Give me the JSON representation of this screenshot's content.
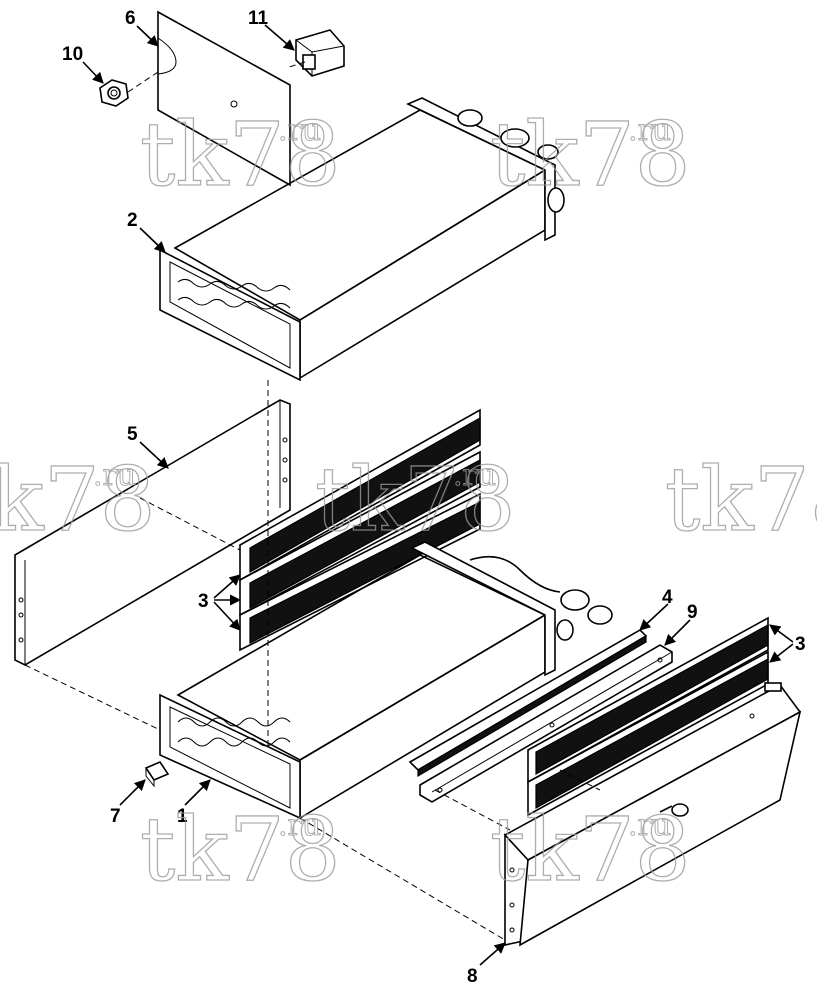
{
  "callouts": {
    "c1": "1",
    "c2": "2",
    "c3a": "3",
    "c3b": "3",
    "c4": "4",
    "c5": "5",
    "c6": "6",
    "c7": "7",
    "c8": "8",
    "c9": "9",
    "c10": "10",
    "c11": "11"
  },
  "watermark": {
    "main": "tk78",
    "suffix": ".ru"
  },
  "colors": {
    "line": "#000000",
    "watermark": "#9a9a9a",
    "background": "#ffffff"
  }
}
